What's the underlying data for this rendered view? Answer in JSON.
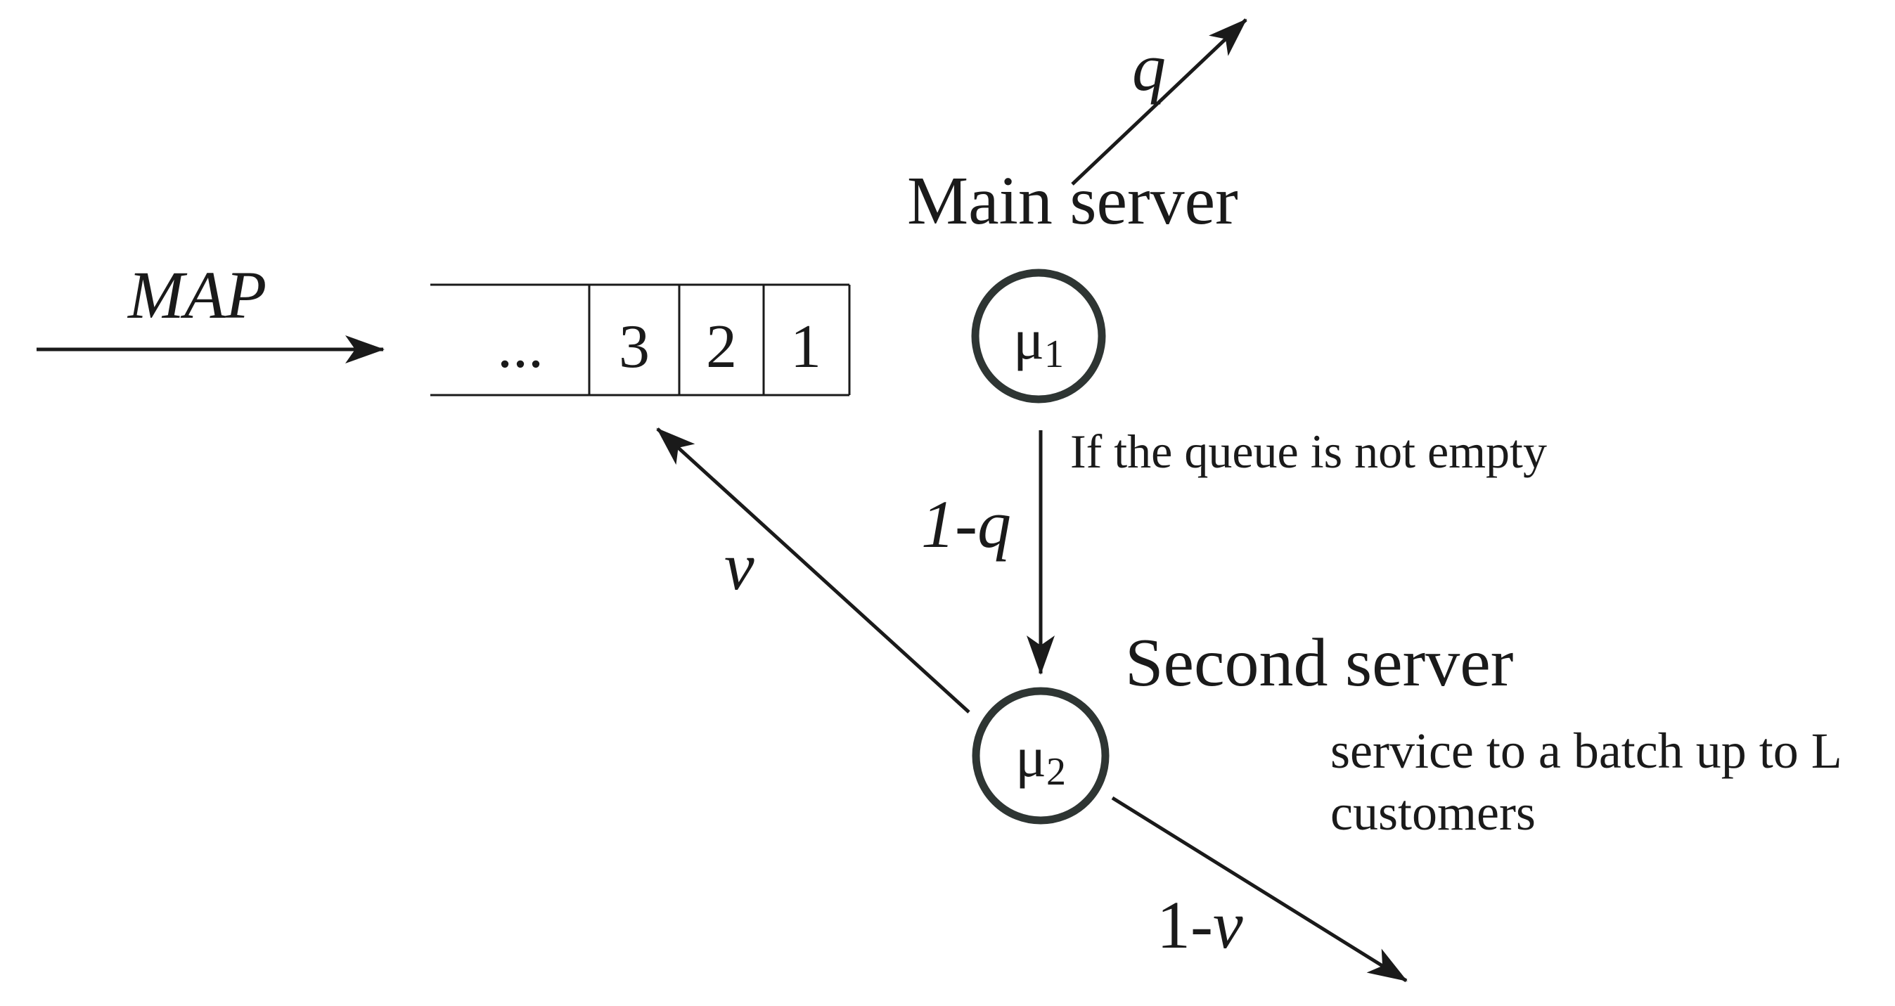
{
  "arrival": {
    "label": "MAP"
  },
  "queue": {
    "cells": [
      "...",
      "3",
      "2",
      "1"
    ]
  },
  "main_server": {
    "title": "Main server",
    "rate_symbol": "μ",
    "rate_index": "1"
  },
  "second_server": {
    "title": "Second server",
    "rate_symbol": "μ",
    "rate_index": "2"
  },
  "edges": {
    "exit_main": {
      "prob": "q"
    },
    "to_second": {
      "prob": "1-q",
      "condition": "If the queue is not empty"
    },
    "feedback": {
      "prob": "v"
    },
    "exit_second": {
      "prob_prefix": "1-",
      "prob_var": "v"
    }
  },
  "batch_note": {
    "line1": "service to a batch up to L",
    "line2": "customers"
  },
  "colors": {
    "ink": "#1a1a1a",
    "server_ring": "#2e3533"
  }
}
